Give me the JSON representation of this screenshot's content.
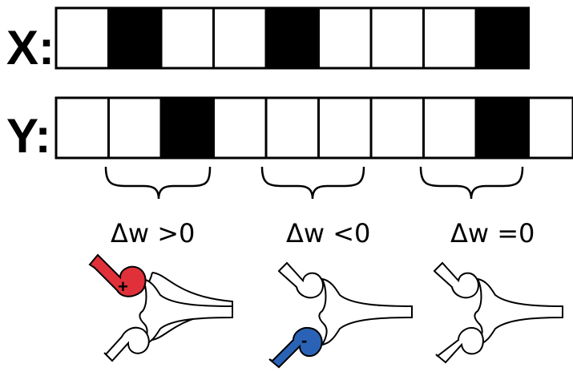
{
  "rows": [
    {
      "label": "X:",
      "cells": [
        0,
        1,
        0,
        0,
        1,
        0,
        0,
        0,
        1
      ]
    },
    {
      "label": "Y:",
      "cells": [
        0,
        0,
        1,
        0,
        0,
        0,
        0,
        0,
        1,
        0
      ]
    }
  ],
  "groups": [
    {
      "label": "Δw >0",
      "upper_input": "potentiated",
      "lower_input": "neutral",
      "sign": "+"
    },
    {
      "label": "Δw <0",
      "upper_input": "neutral",
      "lower_input": "depressed",
      "sign": "-"
    },
    {
      "label": "Δw =0",
      "upper_input": "neutral",
      "lower_input": "neutral",
      "sign": ""
    }
  ],
  "colors": {
    "cell_on": "#000000",
    "cell_off": "#ffffff",
    "potentiated": "#e0303a",
    "depressed": "#2a63b5",
    "neutral": "#ffffff",
    "stroke": "#000000"
  },
  "icons": {
    "upper_input": "arrow-synapse-icon",
    "lower_input": "arrow-synapse-icon",
    "neuron": "dendrite-body-icon"
  }
}
